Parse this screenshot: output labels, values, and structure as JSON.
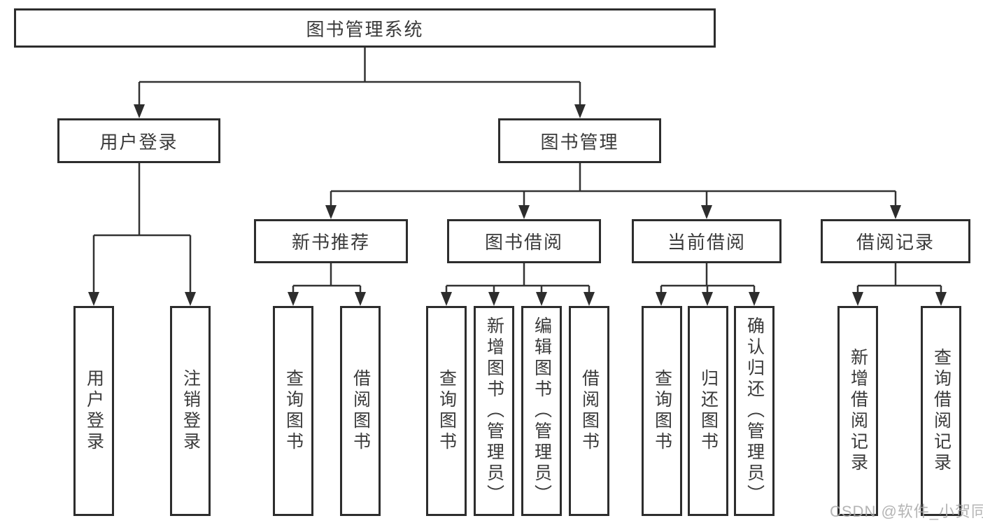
{
  "diagram_title": "图书管理系统",
  "diagram_type": "hierarchy-tree",
  "colors": {
    "line": "#333333",
    "box_border": "#2d2d2d",
    "text": "#3a3a3a",
    "background": "#ffffff",
    "watermark": "#a8a8a8"
  },
  "nodes": {
    "root": {
      "label": "图书管理系统"
    },
    "user_login_group": {
      "label": "用户登录"
    },
    "book_mgmt": {
      "label": "图书管理"
    },
    "new_book_rec": {
      "label": "新书推荐"
    },
    "book_borrow": {
      "label": "图书借阅"
    },
    "current_borrow": {
      "label": "当前借阅"
    },
    "borrow_records": {
      "label": "借阅记录"
    },
    "leaf_user_login": {
      "label": "用户登录"
    },
    "leaf_logout_login": {
      "label": "注销登录"
    },
    "leaf_query_book_rec": {
      "label": "查询图书"
    },
    "leaf_borrow_book_rec": {
      "label": "借阅图书"
    },
    "leaf_query_book_borrow": {
      "label": "查询图书"
    },
    "leaf_add_book_admin": {
      "label": "新增图书（管理员）"
    },
    "leaf_edit_book_admin": {
      "label": "编辑图书（管理员）"
    },
    "leaf_borrow_book_borrow": {
      "label": "借阅图书"
    },
    "leaf_query_book_current": {
      "label": "查询图书"
    },
    "leaf_return_book": {
      "label": "归还图书"
    },
    "leaf_confirm_return_admin": {
      "label": "确认归还（管理员）"
    },
    "leaf_add_borrow_record": {
      "label": "新增借阅记录"
    },
    "leaf_query_borrow_record": {
      "label": "查询借阅记录"
    }
  },
  "hierarchy": {
    "图书管理系统": {
      "用户登录": [
        "用户登录",
        "注销登录"
      ],
      "图书管理": {
        "新书推荐": [
          "查询图书",
          "借阅图书"
        ],
        "图书借阅": [
          "查询图书",
          "新增图书（管理员）",
          "编辑图书（管理员）",
          "借阅图书"
        ],
        "当前借阅": [
          "查询图书",
          "归还图书",
          "确认归还（管理员）"
        ],
        "借阅记录": [
          "新增借阅记录",
          "查询借阅记录"
        ]
      }
    }
  },
  "watermark": {
    "text": "CSDN @软件_小贺同学"
  }
}
